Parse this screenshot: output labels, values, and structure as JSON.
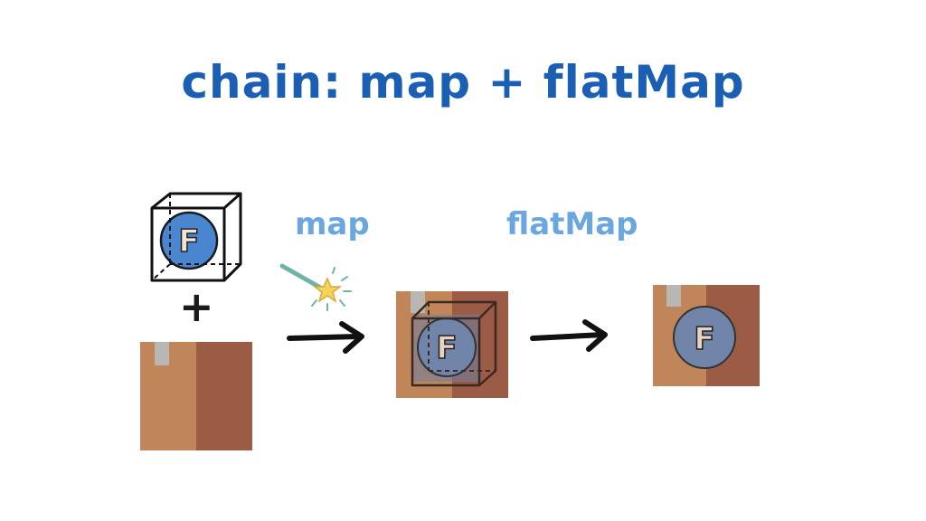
{
  "title": "chain: map + flatMap",
  "labels": {
    "map": "map",
    "flatmap": "flatMap"
  },
  "operator": "+",
  "functor_letter": "F",
  "colors": {
    "title": "#1b5fb4",
    "label": "#6aa6e0",
    "circle_blue": "#4a86cf",
    "box_light": "#c08659",
    "box_dark": "#9b5b45",
    "tape": "#b9b7b4",
    "wand": "#6fb3a6",
    "star": "#f3d35a"
  }
}
